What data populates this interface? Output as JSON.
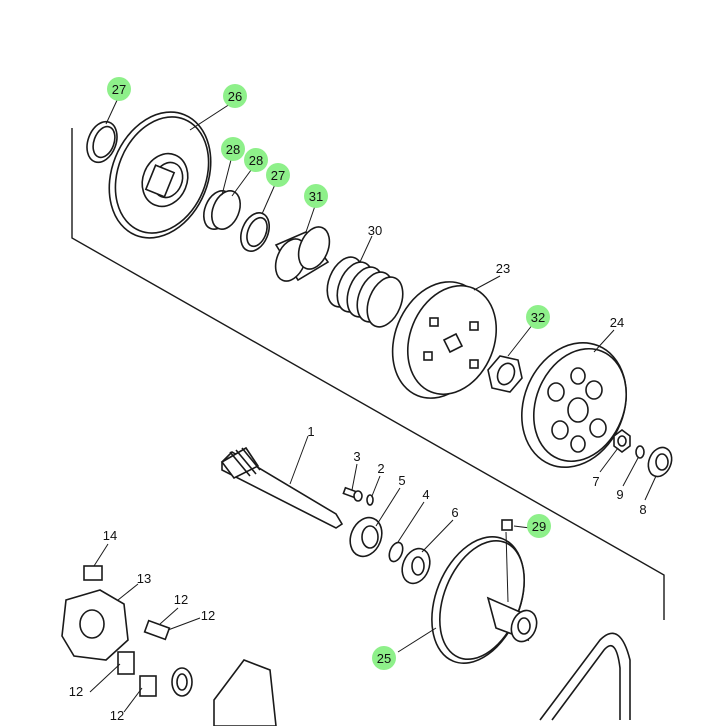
{
  "callouts": {
    "c27a": "27",
    "c26": "26",
    "c28a": "28",
    "c28b": "28",
    "c27b": "27",
    "c31": "31",
    "c30": "30",
    "c23": "23",
    "c32": "32",
    "c24": "24",
    "c1": "1",
    "c3": "3",
    "c2": "2",
    "c5": "5",
    "c4": "4",
    "c6": "6",
    "c29": "29",
    "c7": "7",
    "c9": "9",
    "c8": "8",
    "c14": "14",
    "c13": "13",
    "c12a": "12",
    "c12b": "12",
    "c12c": "12",
    "c12d": "12",
    "c25": "25"
  },
  "highlight_color": "#8ef08a",
  "highlighted": [
    "c27a",
    "c26",
    "c28a",
    "c28b",
    "c27b",
    "c31",
    "c32",
    "c29",
    "c25"
  ]
}
